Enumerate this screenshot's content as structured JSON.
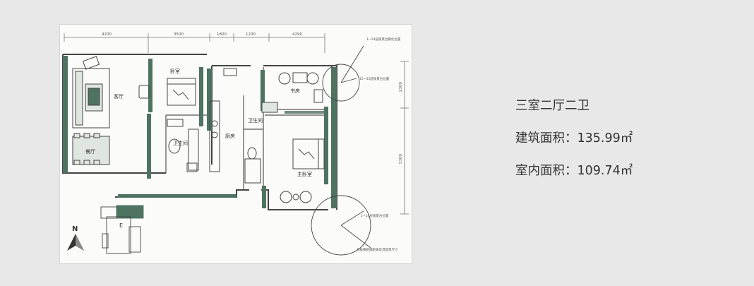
{
  "layout_info": {
    "title": "三室二厅二卫",
    "building_area": "建筑面积：135.99㎡",
    "interior_area": "室内面积：109.74㎡"
  },
  "plan": {
    "dimensions_top": [
      "4200",
      "3500",
      "1800",
      "1200",
      "4290"
    ],
    "dimensions_right": [
      "2300",
      "5300"
    ],
    "rooms": {
      "living": "客厅",
      "dining": "餐厅",
      "bedroom": "卧室",
      "bath_left": "卫生间",
      "kitchen": "厨房",
      "bath_right": "卫生间",
      "study": "书房",
      "master": "主卧室"
    },
    "notes": {
      "top": "1~14层观景台钢化位置",
      "mid": "15~35层观景台位置",
      "bottom": "1~14层观景台位置",
      "foot": "与板楼相隔距离及其观景尺寸"
    },
    "compass": "N",
    "key_label": "E"
  },
  "colors": {
    "background": "#e8e8e8",
    "wall_accent": "#4e7360",
    "line": "#555555",
    "text": "#333333"
  }
}
